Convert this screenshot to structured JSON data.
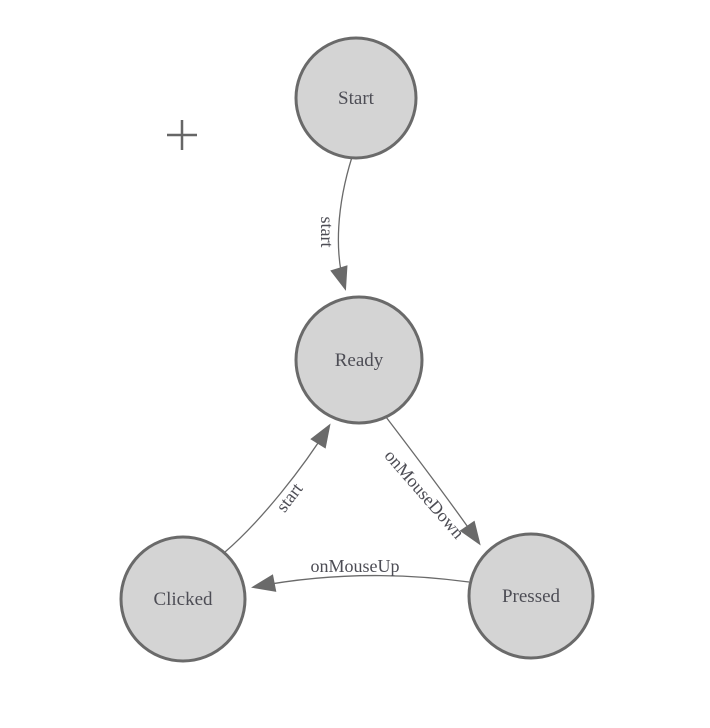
{
  "diagram": {
    "type": "state-machine",
    "nodes": [
      {
        "id": "start",
        "label": "Start"
      },
      {
        "id": "ready",
        "label": "Ready"
      },
      {
        "id": "clicked",
        "label": "Clicked"
      },
      {
        "id": "pressed",
        "label": "Pressed"
      }
    ],
    "edges": [
      {
        "from": "Start",
        "to": "Ready",
        "label": "start"
      },
      {
        "from": "Ready",
        "to": "Pressed",
        "label": "onMouseDown"
      },
      {
        "from": "Pressed",
        "to": "Clicked",
        "label": "onMouseUp"
      },
      {
        "from": "Clicked",
        "to": "Ready",
        "label": "start"
      }
    ],
    "icons": [
      {
        "name": "plus-crosshair-cursor"
      }
    ],
    "colors": {
      "background": "#ffffff",
      "node_fill": "#d4d4d4",
      "node_stroke": "#6a6a6a",
      "edge_stroke": "#6a6a6a",
      "label_color": "#4d4d55",
      "cursor_color": "#666666"
    }
  }
}
